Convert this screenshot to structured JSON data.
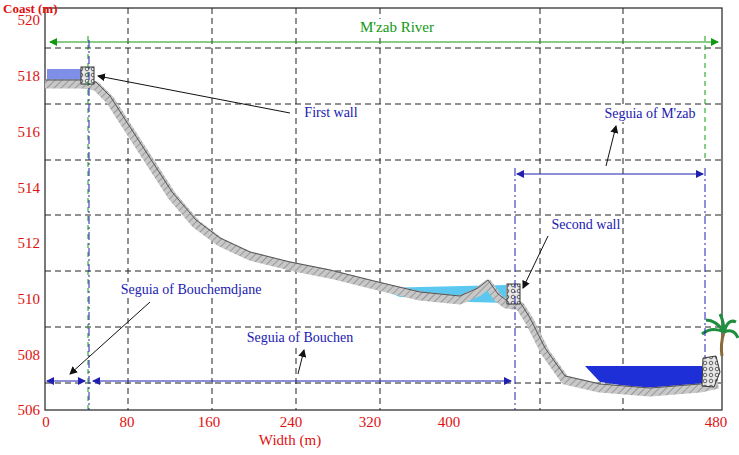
{
  "diagram": {
    "labels": [
      "Coast (m)",
      "520",
      "518",
      "516",
      "514",
      "512",
      "510",
      "508",
      "506",
      "0",
      "80",
      "160",
      "240",
      "320",
      "400",
      "480",
      "Width (m)",
      "M'zab River",
      "First wall",
      "Seguia of M'zab",
      "Second wall",
      "Seguia of Bouchemdjane",
      "Seguia of Bouchen"
    ]
  }
}
